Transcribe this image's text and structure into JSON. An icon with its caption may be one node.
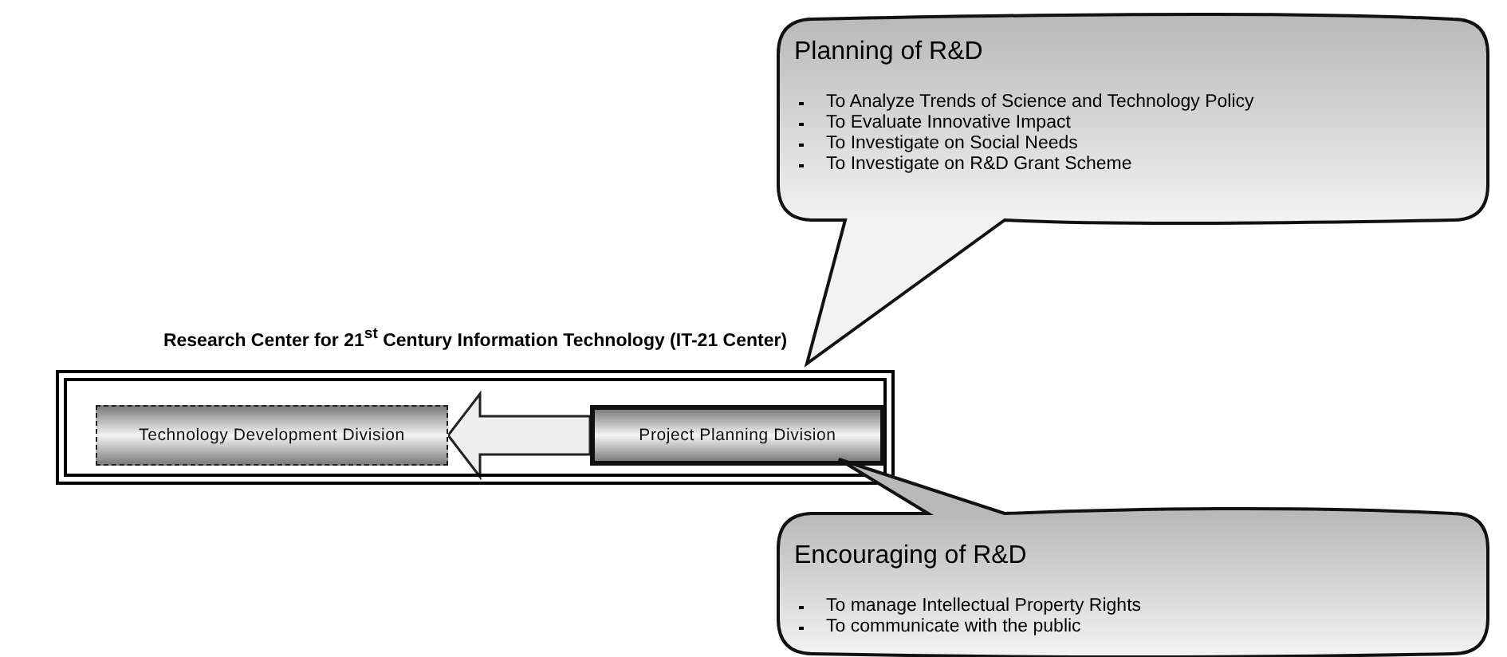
{
  "diagram": {
    "nodes": [
      {
        "text": [
          "Research Center for 21$^{st}$ Century Information Technology (IT-21 Center)"
        ]
      },
      {
        "text": [
          "Technology Development Division"
        ],
        "in": 0
      },
      {
        "text": [
          "Project Planning Division"
        ],
        "in": 0
      },
      {
        "text": [
          "Planning of R&D",
          "To Analyze Trends of Science and Technology Policy",
          "To Evaluate Innovative Impact",
          "To Investigate on Social Needs",
          "To Investigate on R&D Grant Scheme"
        ]
      },
      {
        "text": [
          "Encouraging of R&D",
          "To manage Intellectual Property Rights",
          "To communicate with the public"
        ]
      }
    ],
    "edges": [
      {
        "from": 2,
        "to": 1,
        "arrow": "to"
      }
    ]
  }
}
